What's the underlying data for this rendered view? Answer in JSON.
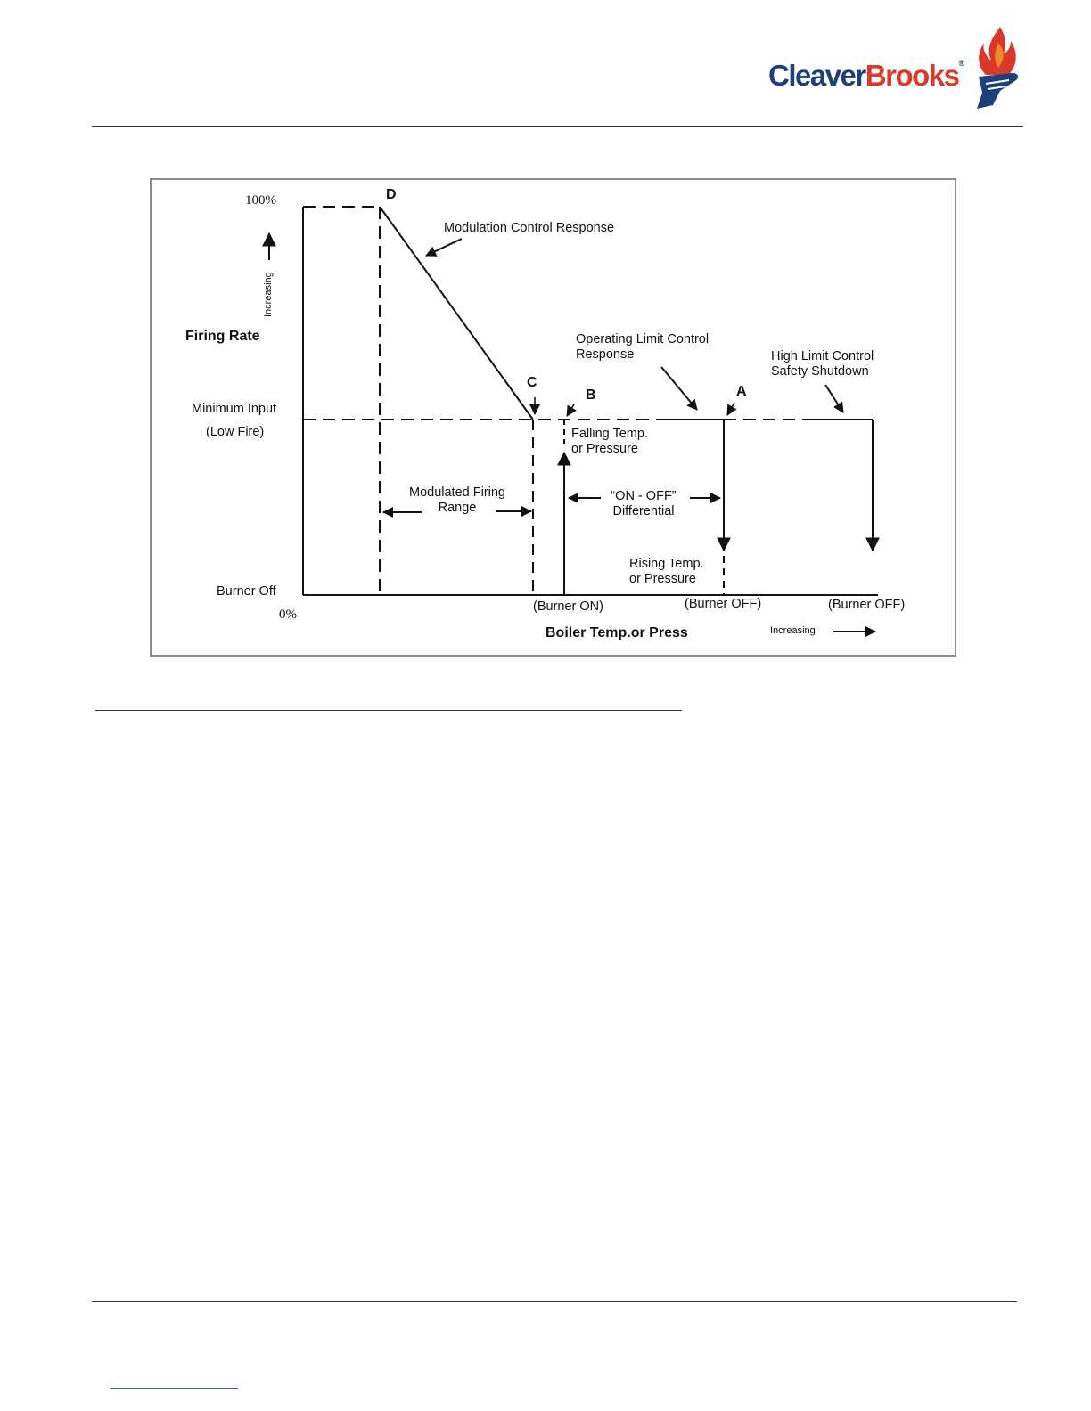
{
  "brand": {
    "name_part1": "Cleaver",
    "name_part2": "Brooks",
    "registered_mark": "®",
    "colors": {
      "navy": "#1f3f7a",
      "red": "#d8392a",
      "flame_orange": "#f08a2a"
    },
    "icon": "flame-hand-icon"
  },
  "diagram": {
    "points": {
      "a": "A",
      "b": "B",
      "c": "C",
      "d": "D"
    },
    "y_axis": {
      "top_tick": "100%",
      "arrow_label": "Increasing",
      "title": "Firing Rate",
      "min_input_line1": "Minimum Input",
      "min_input_line2": "(Low Fire)",
      "burner_off": "Burner Off",
      "zero": "0%"
    },
    "x_axis": {
      "title": "Boiler Temp.or Press",
      "arrow_label": "Increasing",
      "burner_on": "(Burner ON)",
      "burner_off_1": "(Burner OFF)",
      "burner_off_2": "(Burner OFF)"
    },
    "annotations": {
      "modulation_control": "Modulation Control Response",
      "operating_limit_line1": "Operating Limit Control",
      "operating_limit_line2": "Response",
      "high_limit_line1": "High Limit Control",
      "high_limit_line2": "Safety Shutdown",
      "falling_line1": "Falling Temp.",
      "falling_line2": "or Pressure",
      "modulated_line1": "Modulated Firing",
      "modulated_line2": "Range",
      "differential_line1": "“ON - OFF”",
      "differential_line2": "Differential",
      "rising_line1": "Rising Temp.",
      "rising_line2": "or Pressure"
    }
  }
}
